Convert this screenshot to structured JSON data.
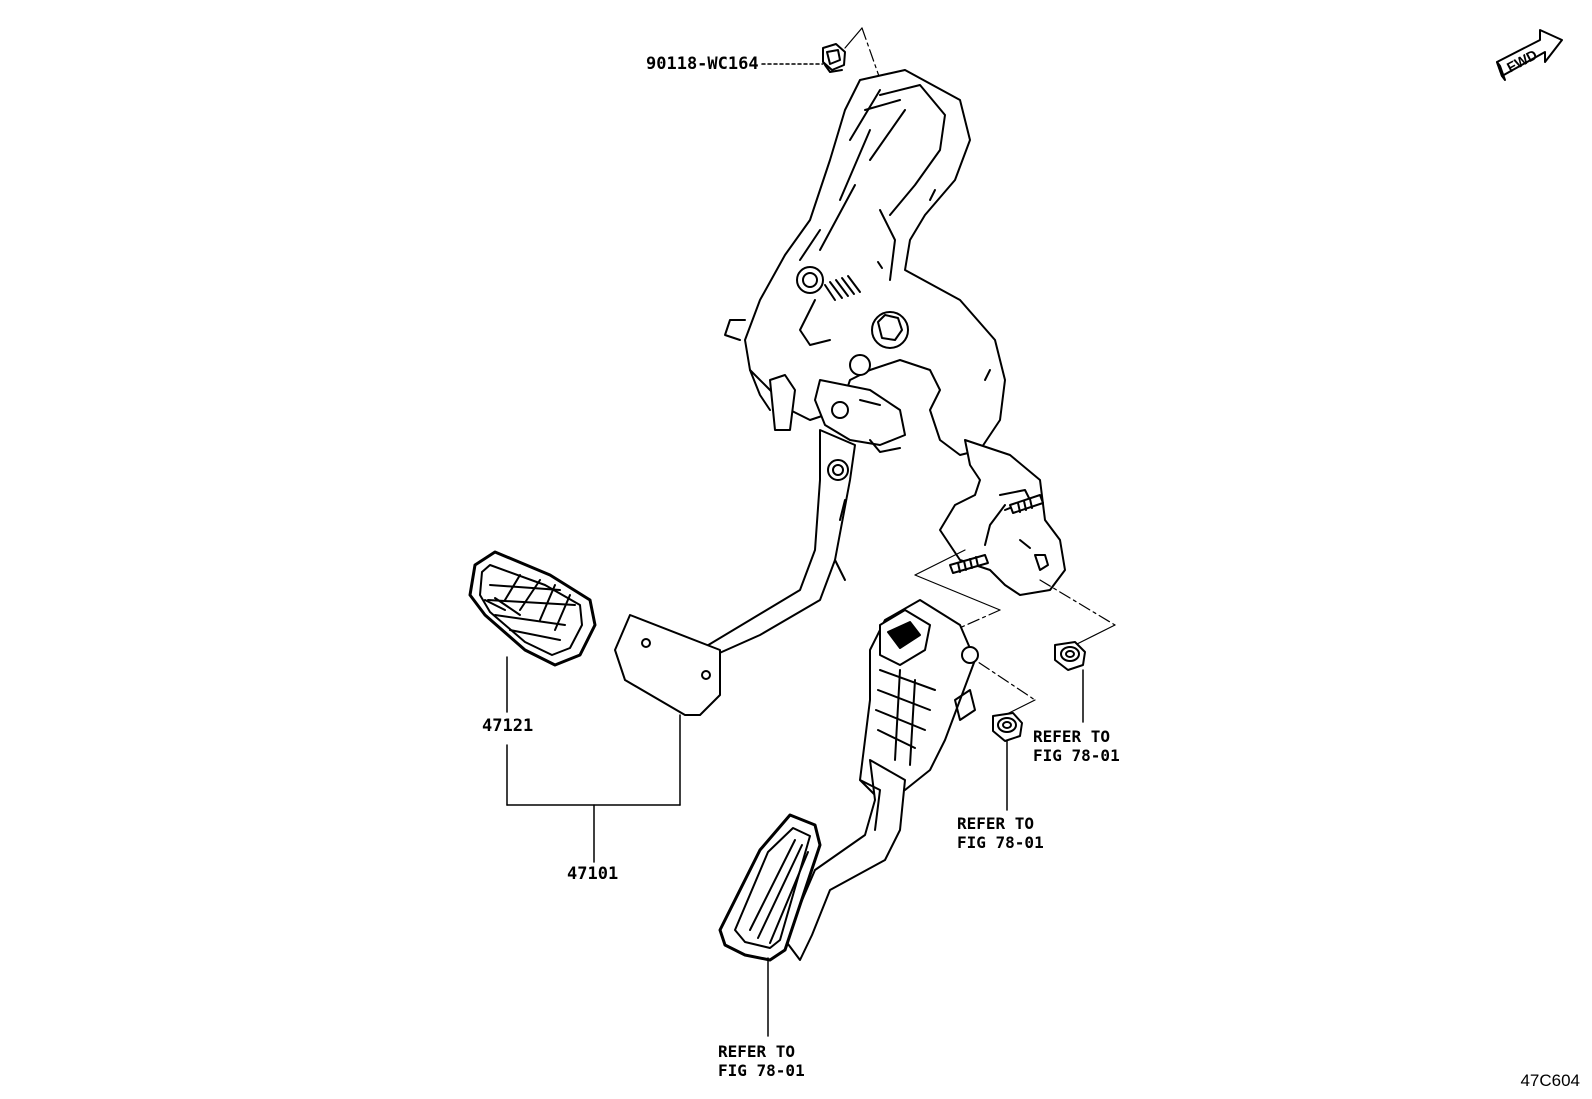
{
  "parts": {
    "nut_top": "90118-WC164",
    "pedal_pad": "47121",
    "brake_pedal_assy": "47101"
  },
  "references": [
    {
      "line1": "REFER TO",
      "line2": "FIG 78-01"
    },
    {
      "line1": "REFER TO",
      "line2": "FIG 78-01"
    },
    {
      "line1": "REFER TO",
      "line2": "FIG 78-01"
    }
  ],
  "direction_marker": "FWD",
  "figure_code": "47C604"
}
